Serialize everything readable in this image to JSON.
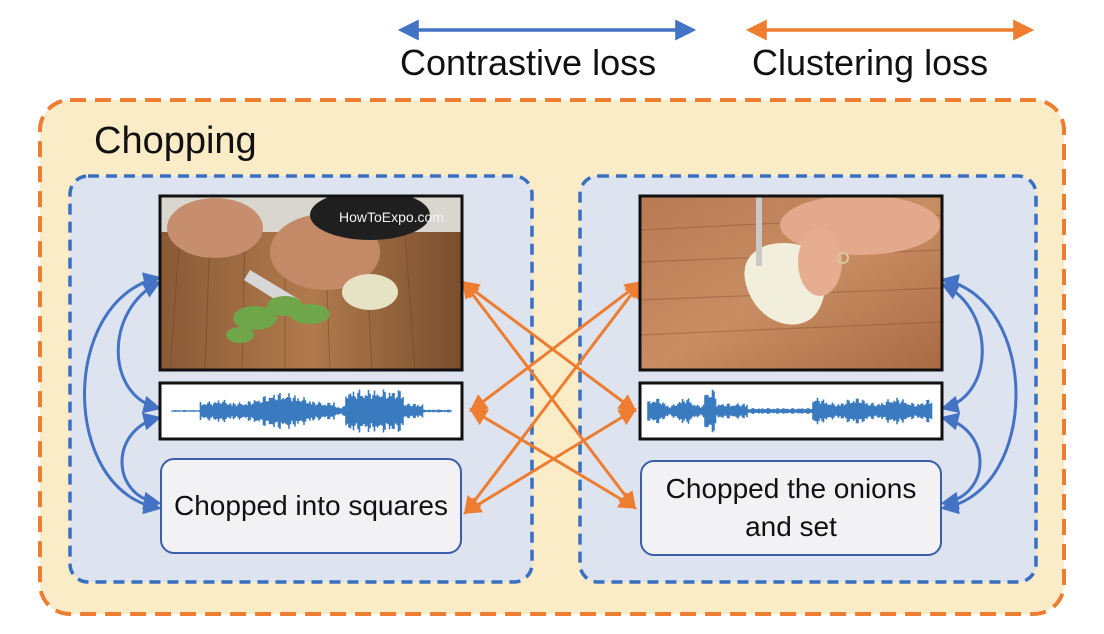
{
  "legend": {
    "contrastive_label": "Contrastive loss",
    "clustering_label": "Clustering loss"
  },
  "cluster": {
    "title": "Chopping"
  },
  "left_sample": {
    "caption": "Chopped into squares",
    "watermark": "HowToExpo.com"
  },
  "right_sample": {
    "caption": "Chopped the onions and set"
  },
  "colors": {
    "contrastive": "#4472c4",
    "clustering": "#ed7d31",
    "cluster_fill": "#fbecc8",
    "sample_fill": "#dde3ef",
    "waveform": "#3a7bbf"
  }
}
